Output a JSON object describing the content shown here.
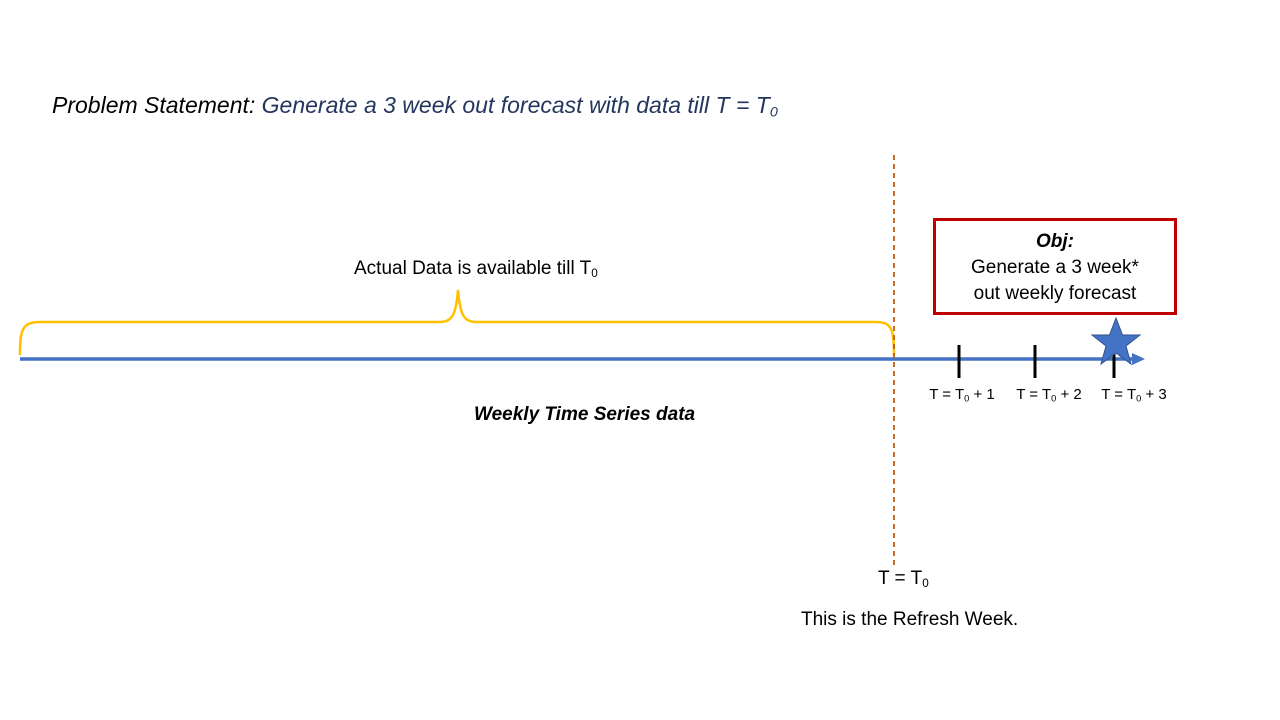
{
  "title": {
    "lead": "Problem Statement: ",
    "statement_main": "Generate a 3 week out forecast with data till T = T",
    "statement_sub": "0"
  },
  "actual_data": {
    "text_main": "Actual Data is available till T",
    "text_sub": "0"
  },
  "series_label": "Weekly Time Series data",
  "objective": {
    "title": "Obj:",
    "line1": "Generate a 3 week*",
    "line2": "out weekly forecast"
  },
  "ticks": [
    {
      "prefix": "T = T",
      "sub": "0",
      "suffix": " + 1"
    },
    {
      "prefix": "T = T",
      "sub": "0",
      "suffix": " + 2"
    },
    {
      "prefix": "T = T",
      "sub": "0",
      "suffix": " + 3"
    }
  ],
  "refresh_marker": {
    "label_main": "T = T",
    "label_sub": "0",
    "note": "This is the Refresh Week."
  },
  "colors": {
    "timeline": "#4472c4",
    "brace": "#ffc000",
    "marker_line": "#c55a11",
    "objective_border": "#c00000",
    "star": "#4472c4",
    "title_statement": "#24365e"
  }
}
